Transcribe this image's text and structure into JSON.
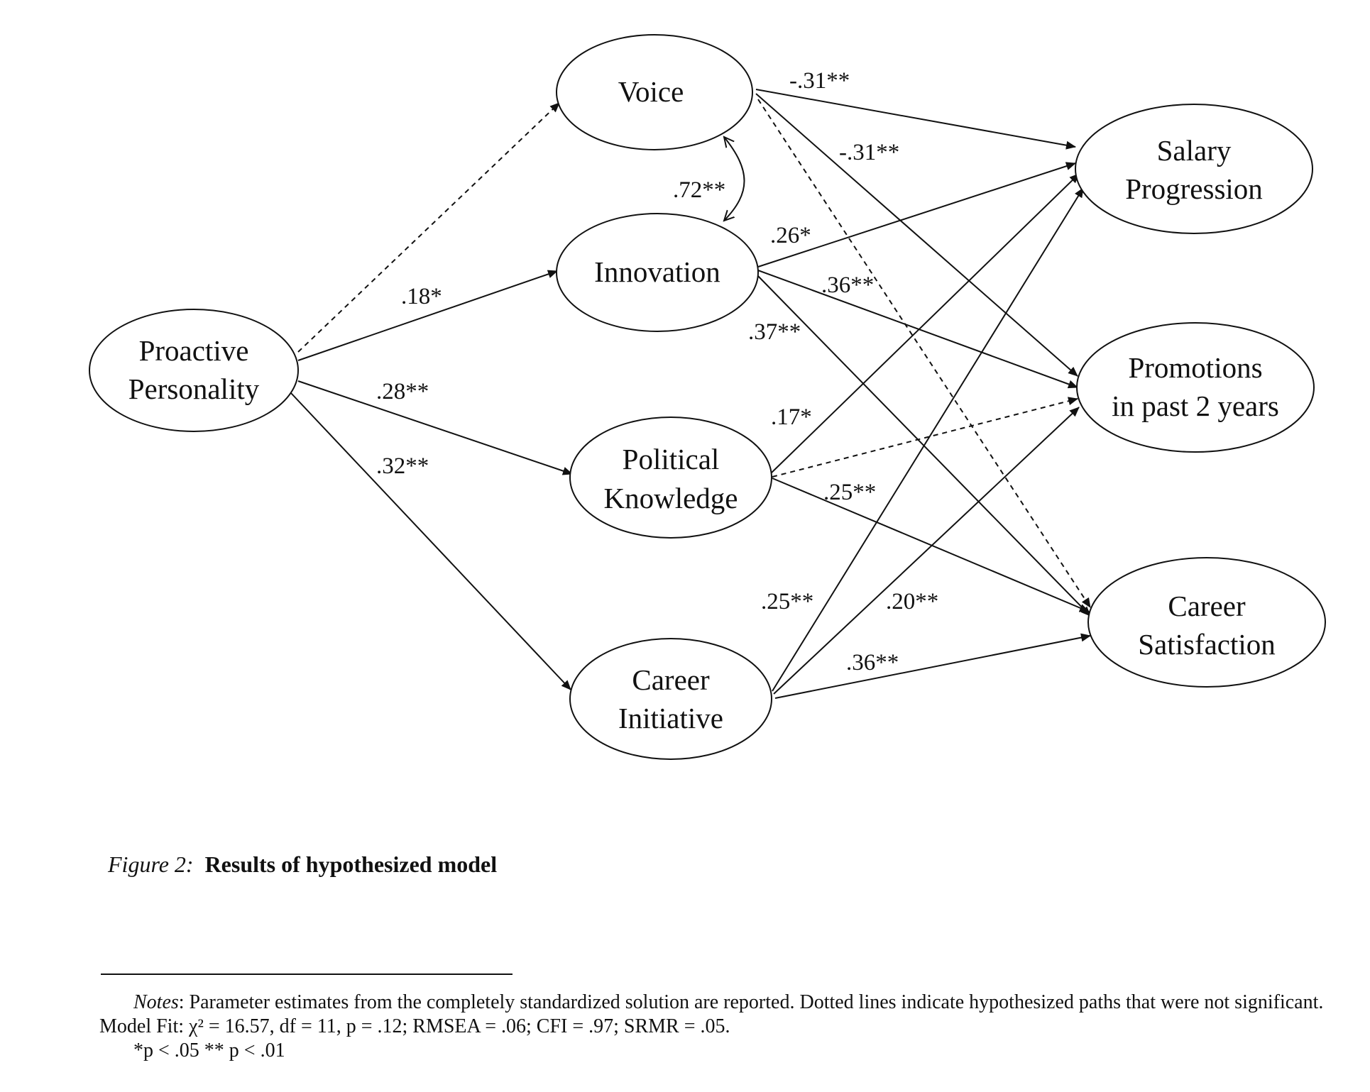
{
  "nodes": {
    "proactive": [
      "Proactive",
      "Personality"
    ],
    "voice": [
      "Voice"
    ],
    "innovation": [
      "Innovation"
    ],
    "political": [
      "Political",
      "Knowledge"
    ],
    "initiative": [
      "Career",
      "Initiative"
    ],
    "salary": [
      "Salary",
      "Progression"
    ],
    "promotions": [
      "Promotions",
      "in past 2 years"
    ],
    "satisfaction": [
      "Career",
      "Satisfaction"
    ]
  },
  "edges": [
    {
      "from": "proactive",
      "to": "voice",
      "label": "",
      "significant": false
    },
    {
      "from": "proactive",
      "to": "innovation",
      "label": ".18*",
      "significant": true
    },
    {
      "from": "proactive",
      "to": "political",
      "label": ".28**",
      "significant": true
    },
    {
      "from": "proactive",
      "to": "initiative",
      "label": ".32**",
      "significant": true
    },
    {
      "from": "voice",
      "to": "salary",
      "label": "-.31**",
      "significant": true
    },
    {
      "from": "voice",
      "to": "promotions",
      "label": "-.31**",
      "significant": true
    },
    {
      "from": "voice",
      "to": "satisfaction",
      "label": "",
      "significant": false
    },
    {
      "from": "innovation",
      "to": "salary",
      "label": ".26*",
      "significant": true
    },
    {
      "from": "innovation",
      "to": "promotions",
      "label": ".36**",
      "significant": true
    },
    {
      "from": "innovation",
      "to": "satisfaction",
      "label": ".37**",
      "significant": true
    },
    {
      "from": "political",
      "to": "salary",
      "label": ".17*",
      "significant": true
    },
    {
      "from": "political",
      "to": "promotions",
      "label": "",
      "significant": false
    },
    {
      "from": "political",
      "to": "satisfaction",
      "label": ".25**",
      "significant": true
    },
    {
      "from": "initiative",
      "to": "salary",
      "label": ".25**",
      "significant": true
    },
    {
      "from": "initiative",
      "to": "promotions",
      "label": ".20**",
      "significant": true
    },
    {
      "from": "initiative",
      "to": "satisfaction",
      "label": ".36**",
      "significant": true
    }
  ],
  "correlation": {
    "between": [
      "voice",
      "innovation"
    ],
    "label": ".72**"
  },
  "caption": {
    "prefix": "Figure 2:",
    "title": "Results of hypothesized model"
  },
  "notes": {
    "notes_label": "Notes",
    "notes_text": ": Parameter estimates from the completely standardized solution are reported. Dotted lines indicate hypothesized paths that were not significant.",
    "model_fit": "Model Fit: χ² = 16.57, df = 11, p = .12; RMSEA = .06; CFI = .97; SRMR = .05.",
    "significance": "*p < .05    ** p < .01"
  }
}
